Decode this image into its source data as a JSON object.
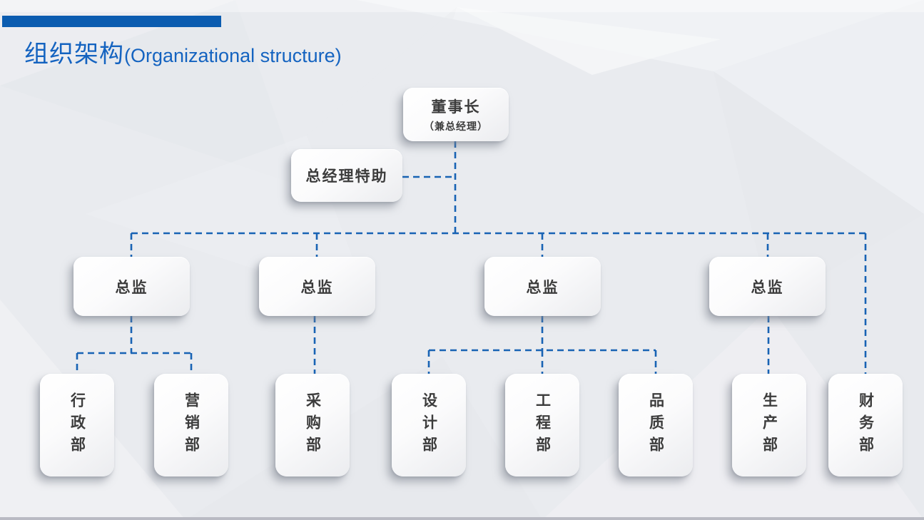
{
  "slide": {
    "title_cn": "组织架构",
    "title_en": "(Organizational structure)",
    "accent_bar_color": "#0b5cb0",
    "title_color": "#1463c0",
    "connector_color": "#1863b4",
    "box_text_color": "#3c3c3c"
  },
  "org_chart": {
    "chairman": {
      "title": "董事长",
      "subtitle": "（兼总经理）"
    },
    "assistant": {
      "label": "总经理特助"
    },
    "directors": [
      {
        "label": "总监"
      },
      {
        "label": "总监"
      },
      {
        "label": "总监"
      },
      {
        "label": "总监"
      }
    ],
    "departments": [
      {
        "label": "行政部",
        "reports_to": "director-1"
      },
      {
        "label": "营销部",
        "reports_to": "director-1"
      },
      {
        "label": "采购部",
        "reports_to": "director-2"
      },
      {
        "label": "设计部",
        "reports_to": "director-3"
      },
      {
        "label": "工程部",
        "reports_to": "director-3"
      },
      {
        "label": "品质部",
        "reports_to": "director-3"
      },
      {
        "label": "生产部",
        "reports_to": "director-4"
      },
      {
        "label": "财务部",
        "reports_to": "chairman"
      }
    ]
  }
}
